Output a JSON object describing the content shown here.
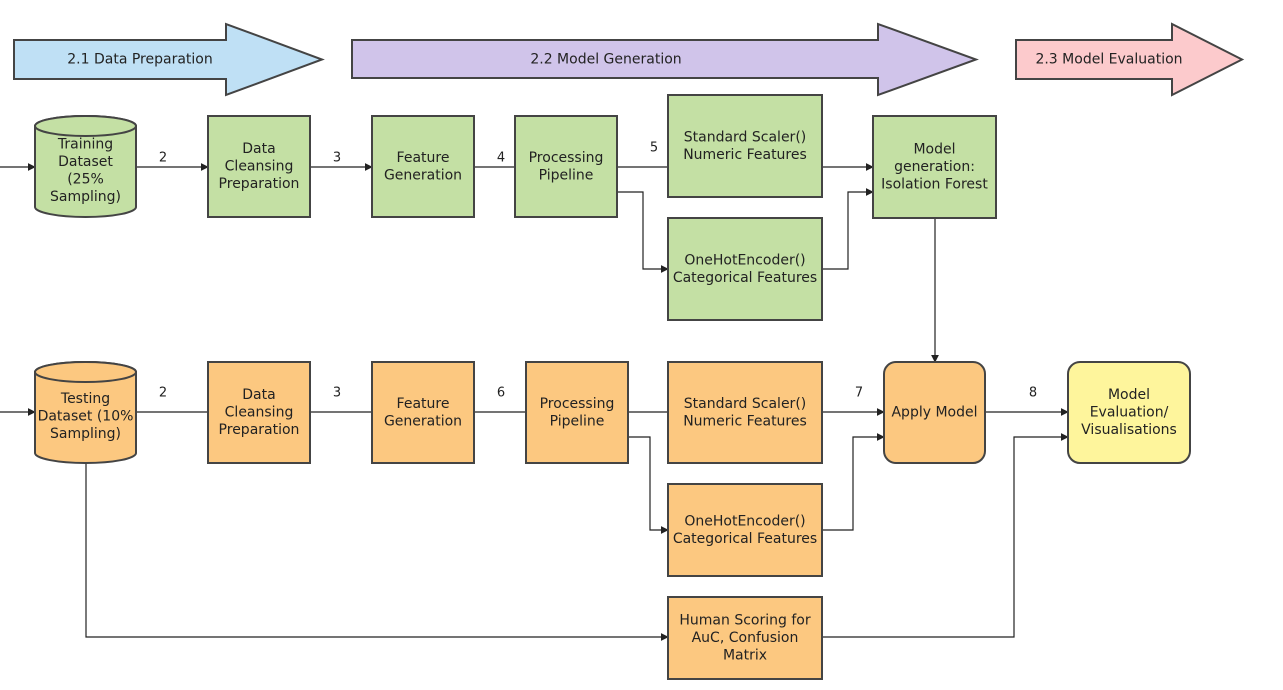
{
  "colors": {
    "phase_prep": "#bfe0f5",
    "phase_gen": "#d0c4ea",
    "phase_eval": "#fccacc",
    "train_node": "#c4e0a4",
    "test_node": "#fcc880",
    "eval_node": "#fef59c",
    "outline": "#444444",
    "line": "#222222"
  },
  "phases": [
    {
      "id": "prep",
      "label": "2.1 Data Preparation"
    },
    {
      "id": "gen",
      "label": "2.2 Model Generation"
    },
    {
      "id": "eval",
      "label": "2.3 Model Evaluation"
    }
  ],
  "nodes": [
    {
      "id": "train_dataset",
      "kind": "cylinder",
      "group": "train",
      "lines": [
        "Training",
        "Dataset",
        "(25%",
        "Sampling)"
      ]
    },
    {
      "id": "train_cleansing",
      "kind": "rect",
      "group": "train",
      "lines": [
        "Data",
        "Cleansing",
        "Preparation"
      ]
    },
    {
      "id": "train_feature",
      "kind": "rect",
      "group": "train",
      "lines": [
        "Feature",
        "Generation"
      ]
    },
    {
      "id": "train_pipeline",
      "kind": "rect",
      "group": "train",
      "lines": [
        "Processing",
        "Pipeline"
      ]
    },
    {
      "id": "train_scaler",
      "kind": "rect",
      "group": "train",
      "lines": [
        "Standard Scaler()",
        "Numeric Features"
      ]
    },
    {
      "id": "train_onehot",
      "kind": "rect",
      "group": "train",
      "lines": [
        "OneHotEncoder()",
        "Categorical Features"
      ]
    },
    {
      "id": "model_gen",
      "kind": "rect",
      "group": "train",
      "lines": [
        "Model",
        "generation:",
        "Isolation Forest"
      ]
    },
    {
      "id": "test_dataset",
      "kind": "cylinder",
      "group": "test",
      "lines": [
        "Testing",
        "Dataset (10%",
        "Sampling)"
      ]
    },
    {
      "id": "test_cleansing",
      "kind": "rect",
      "group": "test",
      "lines": [
        "Data",
        "Cleansing",
        "Preparation"
      ]
    },
    {
      "id": "test_feature",
      "kind": "rect",
      "group": "test",
      "lines": [
        "Feature",
        "Generation"
      ]
    },
    {
      "id": "test_pipeline",
      "kind": "rect",
      "group": "test",
      "lines": [
        "Processing",
        "Pipeline"
      ]
    },
    {
      "id": "test_scaler",
      "kind": "rect",
      "group": "test",
      "lines": [
        "Standard Scaler()",
        "Numeric Features"
      ]
    },
    {
      "id": "test_onehot",
      "kind": "rect",
      "group": "test",
      "lines": [
        "OneHotEncoder()",
        "Categorical Features"
      ]
    },
    {
      "id": "apply_model",
      "kind": "rounded",
      "group": "test",
      "lines": [
        "Apply Model"
      ]
    },
    {
      "id": "evaluation",
      "kind": "rounded",
      "group": "eval",
      "lines": [
        "Model",
        "Evaluation/",
        "Visualisations"
      ]
    },
    {
      "id": "human_scoring",
      "kind": "rect",
      "group": "test",
      "lines": [
        "Human Scoring for",
        "AuC, Confusion",
        "Matrix"
      ]
    }
  ],
  "edges": [
    {
      "id": "in_train",
      "from": "",
      "to": "train_dataset",
      "label": ""
    },
    {
      "id": "train_2",
      "from": "train_dataset",
      "to": "train_cleansing",
      "label": "2"
    },
    {
      "id": "train_3",
      "from": "train_cleansing",
      "to": "train_feature",
      "label": "3"
    },
    {
      "id": "train_4",
      "from": "train_feature",
      "to": "train_pipeline",
      "label": "4"
    },
    {
      "id": "train_5",
      "from": "train_pipeline",
      "to": "train_scaler",
      "label": "5"
    },
    {
      "id": "train_branch",
      "from": "train_pipeline",
      "to": "train_onehot",
      "label": ""
    },
    {
      "id": "train_scaler_out",
      "from": "train_scaler",
      "to": "model_gen",
      "label": ""
    },
    {
      "id": "train_onehot_out",
      "from": "train_onehot",
      "to": "model_gen",
      "label": ""
    },
    {
      "id": "model_down",
      "from": "model_gen",
      "to": "apply_model",
      "label": ""
    },
    {
      "id": "in_test",
      "from": "",
      "to": "test_dataset",
      "label": ""
    },
    {
      "id": "test_2",
      "from": "test_dataset",
      "to": "test_cleansing",
      "label": "2"
    },
    {
      "id": "test_3",
      "from": "test_cleansing",
      "to": "test_feature",
      "label": "3"
    },
    {
      "id": "test_6",
      "from": "test_feature",
      "to": "test_pipeline",
      "label": "6"
    },
    {
      "id": "test_pipe_scaler",
      "from": "test_pipeline",
      "to": "test_scaler",
      "label": ""
    },
    {
      "id": "test_branch",
      "from": "test_pipeline",
      "to": "test_onehot",
      "label": ""
    },
    {
      "id": "test_7",
      "from": "test_scaler",
      "to": "apply_model",
      "label": "7"
    },
    {
      "id": "test_onehot_out",
      "from": "test_onehot",
      "to": "apply_model",
      "label": ""
    },
    {
      "id": "test_8",
      "from": "apply_model",
      "to": "evaluation",
      "label": "8"
    },
    {
      "id": "test_human",
      "from": "test_dataset",
      "to": "human_scoring",
      "label": ""
    },
    {
      "id": "human_eval",
      "from": "human_scoring",
      "to": "evaluation",
      "label": ""
    }
  ]
}
